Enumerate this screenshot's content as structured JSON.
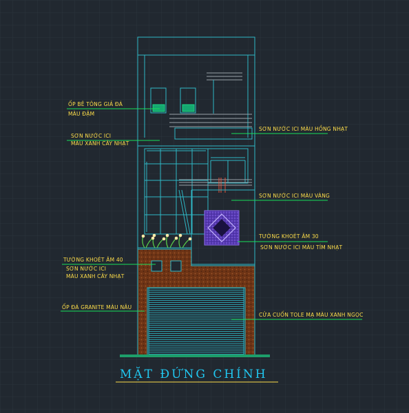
{
  "title": "MẶT  ĐỨNG CHÍNH",
  "left_notes": [
    [
      "ỐP BÊ TÔNG GIẢ ĐÁ",
      "MÀU ĐẬM"
    ],
    [
      "SƠN NƯỚC ICI",
      "MÀU XANH CÂY NHẠT"
    ],
    [
      "TƯỜNG KHOÉT ÂM 40",
      "SƠN NƯỚC ICI",
      "MÀU XANH CÂY NHẠT"
    ],
    [
      "ỐP ĐÁ GRANITE MÀU NÂU"
    ]
  ],
  "right_notes": [
    [
      "SƠN NƯỚC ICI MÀU HỒNG NHẠT"
    ],
    [
      "SƠN NƯỚC ICI MÀU VÀNG"
    ],
    [
      "TƯỜNG KHOÉT ÂM 30",
      "SƠN NƯỚC ICI  MÀU TÍM NHẠT"
    ],
    [
      "CỬA CUỐN TOLE MẠ MÀU XANH NGỌC"
    ]
  ],
  "colors": {
    "background": "#212830",
    "grid": "#2c343c",
    "outline": "#2fb8c6",
    "label": "#ffde4a",
    "leader": "#18e05a",
    "brick": "#7a3a1a",
    "purple": "#6a44c8",
    "ground": "#1d9e6a",
    "title": "#21c7f0"
  }
}
